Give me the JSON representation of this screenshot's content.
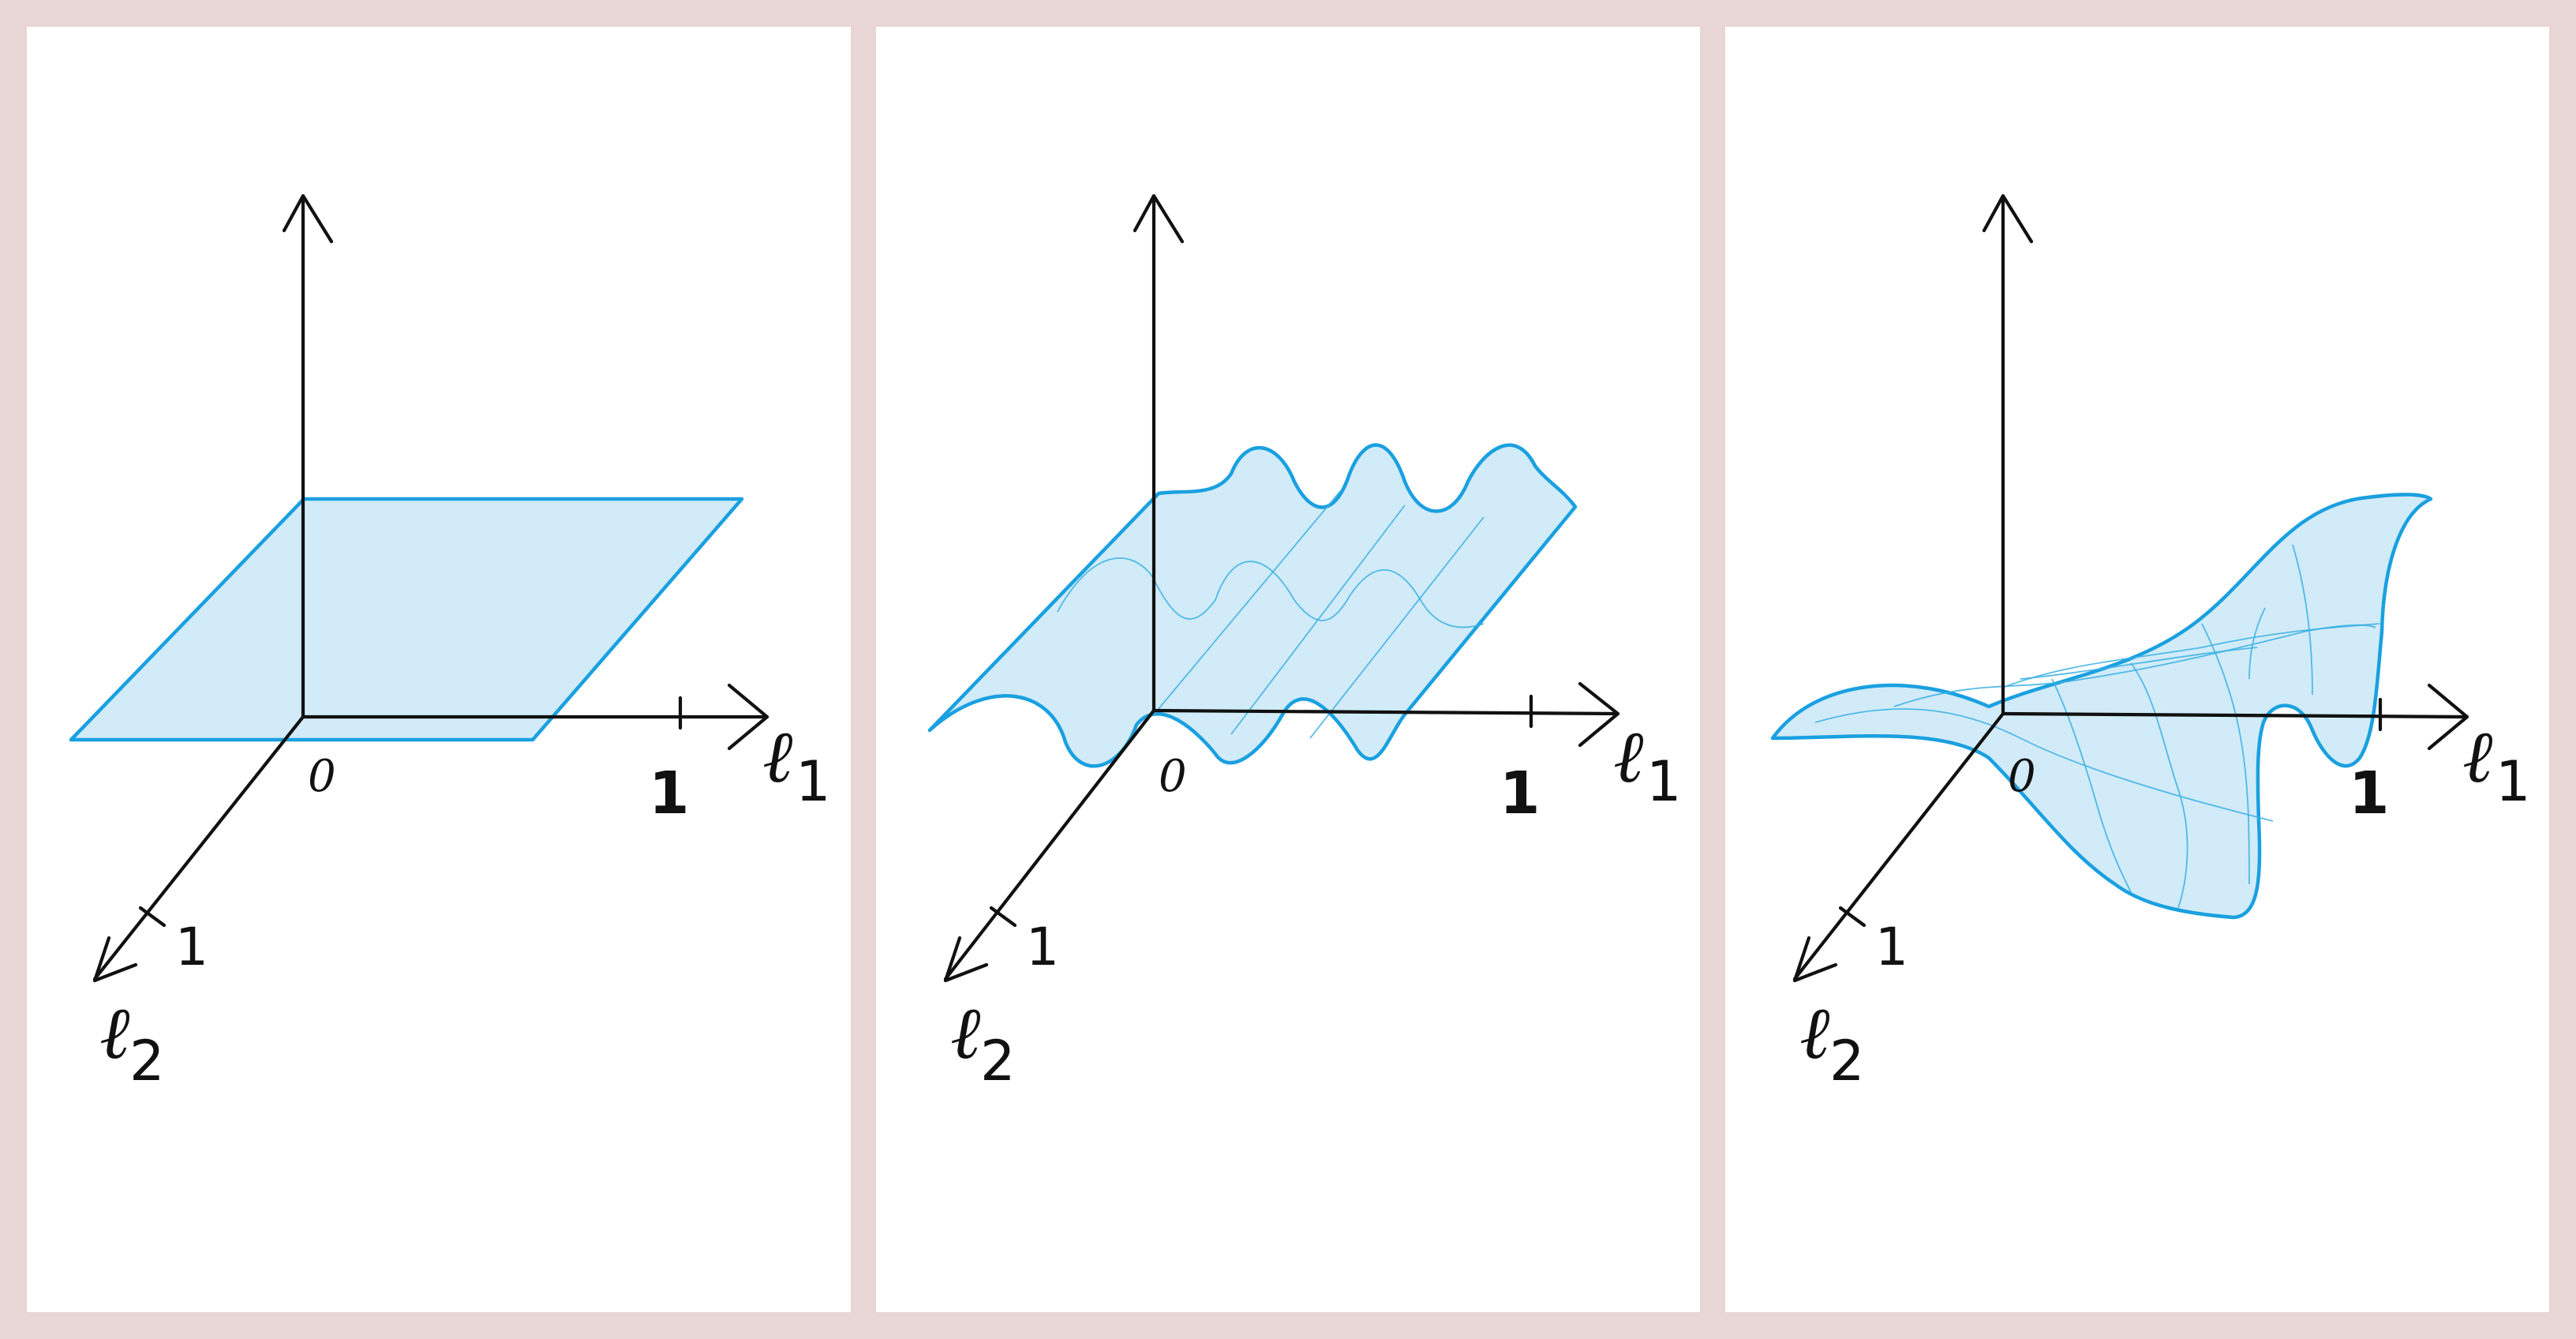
{
  "panels": [
    {
      "surface": "flat",
      "labels": {
        "origin": "0",
        "x_tick": "1",
        "y_tick": "1",
        "x_axis": "ℓ",
        "x_axis_sub": "1",
        "y_axis": "ℓ",
        "y_axis_sub": "2"
      }
    },
    {
      "surface": "wavy",
      "labels": {
        "origin": "0",
        "x_tick": "1",
        "y_tick": "1",
        "x_axis": "ℓ",
        "x_axis_sub": "1",
        "y_axis": "ℓ",
        "y_axis_sub": "2"
      }
    },
    {
      "surface": "curved",
      "labels": {
        "origin": "0",
        "x_tick": "1",
        "y_tick": "1",
        "x_axis": "ℓ",
        "x_axis_sub": "1",
        "y_axis": "ℓ",
        "y_axis_sub": "2"
      }
    }
  ],
  "colors": {
    "background": "#e8d5d5",
    "panel": "#ffffff",
    "surface_fill": "#cce9f7",
    "surface_stroke": "#1aa0e0",
    "ink": "#111111"
  }
}
